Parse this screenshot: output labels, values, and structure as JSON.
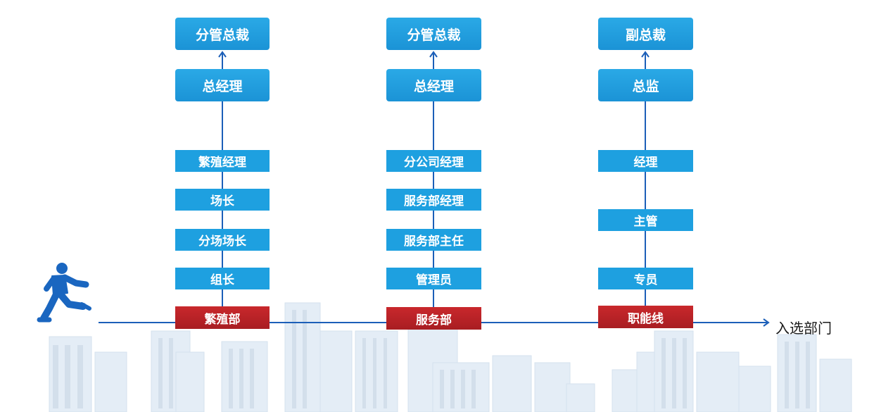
{
  "tracks": [
    {
      "dept": "繁殖部",
      "top": [
        "分管总裁",
        "总经理"
      ],
      "steps": [
        "繁殖经理",
        "场长",
        "分场场长",
        "组长"
      ]
    },
    {
      "dept": "服务部",
      "top": [
        "分管总裁",
        "总经理"
      ],
      "steps": [
        "分公司经理",
        "服务部经理",
        "服务部主任",
        "管理员"
      ]
    },
    {
      "dept": "职能线",
      "top": [
        "副总裁",
        "总监"
      ],
      "steps": [
        "经理",
        "主管",
        "专员"
      ]
    }
  ],
  "axis": {
    "label": "入选部门"
  },
  "colors": {
    "box_blue": "#1ea0e0",
    "dept_red": "#b52227",
    "line_blue": "#1c5fb8",
    "figure_blue": "#1a66c0",
    "skyline": "#e6eef6"
  },
  "icons": {
    "runner": "walking-person-icon"
  }
}
